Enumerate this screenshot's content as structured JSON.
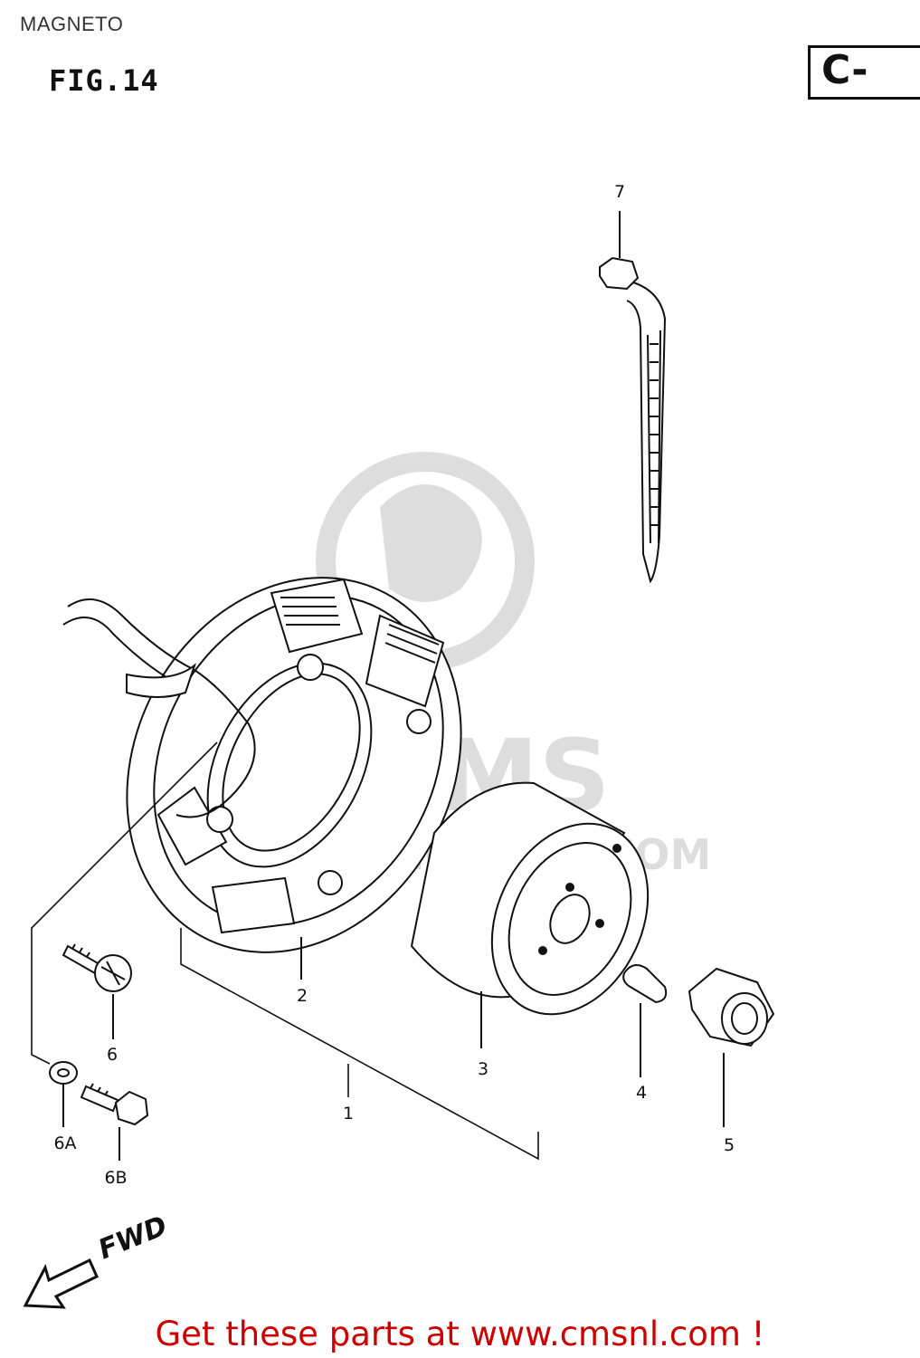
{
  "header": {
    "title": "MAGNETO",
    "figure": "FIG.14",
    "section_code": "C-"
  },
  "callouts": {
    "item_7": "7",
    "item_2": "2",
    "item_1": "1",
    "item_3": "3",
    "item_4": "4",
    "item_5": "5",
    "item_6": "6",
    "item_6a": "6A",
    "item_6b": "6B"
  },
  "direction": {
    "label": "FWD"
  },
  "watermark": {
    "text": "WWW.CMSNL.COM",
    "logo": "CMS"
  },
  "footer": {
    "link_text": "Get these parts at www.cmsnl.com !"
  }
}
